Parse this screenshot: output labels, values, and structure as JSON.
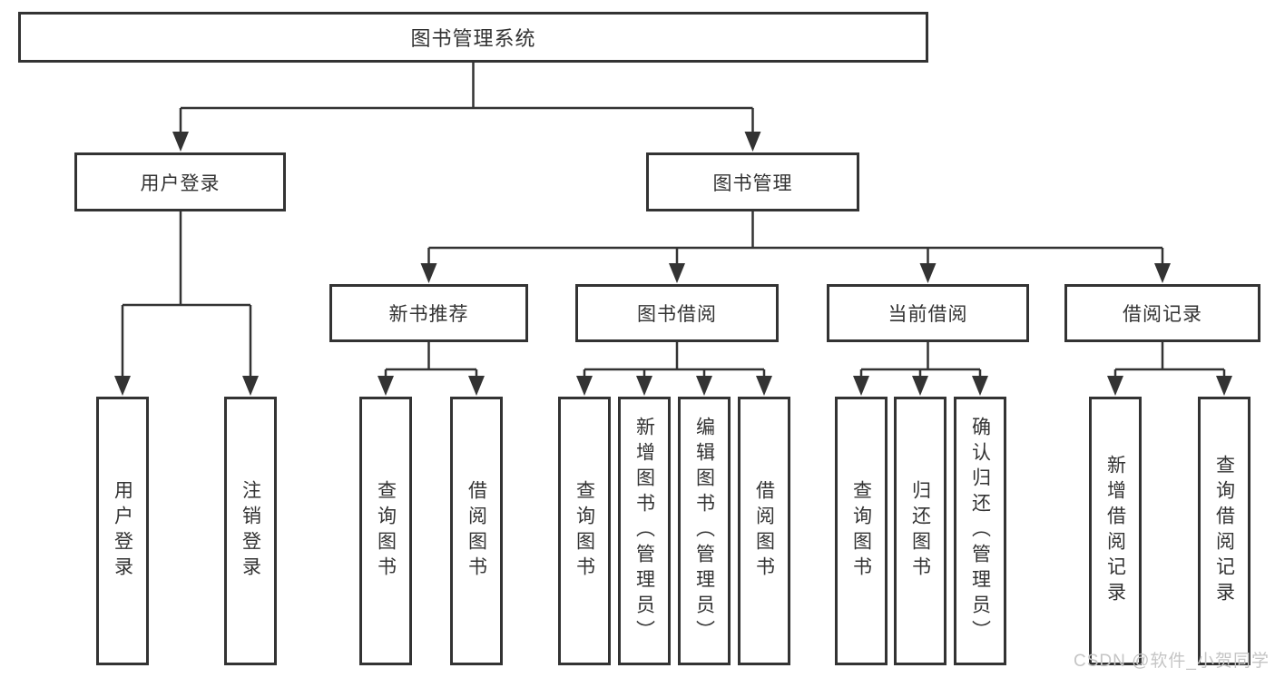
{
  "diagram": {
    "type": "hierarchy-tree",
    "colors": {
      "line": "#333333",
      "box_border": "#333333",
      "text": "#333333",
      "background": "#ffffff",
      "watermark": "#c5c5c5"
    }
  },
  "tree": {
    "root": {
      "label": "图书管理系统",
      "children": [
        {
          "label": "用户登录",
          "children": [
            {
              "label": "用户登录"
            },
            {
              "label": "注销登录"
            }
          ]
        },
        {
          "label": "图书管理",
          "children": [
            {
              "label": "新书推荐",
              "children": [
                {
                  "label": "查询图书"
                },
                {
                  "label": "借阅图书"
                }
              ]
            },
            {
              "label": "图书借阅",
              "children": [
                {
                  "label": "查询图书"
                },
                {
                  "label": "新增图书（管理员）"
                },
                {
                  "label": "编辑图书（管理员）"
                },
                {
                  "label": "借阅图书"
                }
              ]
            },
            {
              "label": "当前借阅",
              "children": [
                {
                  "label": "查询图书"
                },
                {
                  "label": "归还图书"
                },
                {
                  "label": "确认归还（管理员）"
                }
              ]
            },
            {
              "label": "借阅记录",
              "children": [
                {
                  "label": "新增借阅记录"
                },
                {
                  "label": "查询借阅记录"
                }
              ]
            }
          ]
        }
      ]
    }
  },
  "watermark": {
    "text": "CSDN @软件_小贺同学"
  }
}
